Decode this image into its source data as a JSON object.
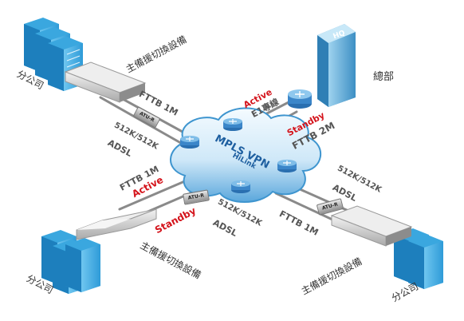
{
  "hq": {
    "badge": "HQ",
    "label": "總部"
  },
  "cloud": {
    "title": "MPLS VPN",
    "subtitle": "HiLink"
  },
  "hq_links": {
    "active_label": "Active",
    "active_link": "E1專線",
    "standby_label": "Standby",
    "standby_link": "FTTB 2M"
  },
  "branch_top": {
    "office_label": "分公司",
    "device_label": "主備援切換設備",
    "primary_link": "FTTB 1M",
    "modem": "ATU-R",
    "backup_speed": "512K/512K",
    "backup_type": "ADSL"
  },
  "branch_left": {
    "office_label": "分公司",
    "device_label": "主備援切換設備",
    "primary_link": "FTTB 1M",
    "active_label": "Active",
    "standby_label": "Standby",
    "modem": "ATU-R",
    "backup_speed": "512K/512K",
    "backup_type": "ADSL"
  },
  "branch_right": {
    "office_label": "分公司",
    "device_label": "主備援切換設備",
    "primary_link": "FTTB 1M",
    "modem": "ATU-R",
    "backup_speed": "512K/512K",
    "backup_type": "ADSL"
  },
  "colors": {
    "cloud": "#3e95cf",
    "cloud_light": "#d7ecf9",
    "active_red": "#d4141c",
    "link_grey": "#8a8a8a"
  },
  "icons": {
    "router": "router-icon",
    "building": "office-building-icon",
    "switch_device": "switchover-device-icon",
    "modem": "adsl-modem-icon"
  }
}
